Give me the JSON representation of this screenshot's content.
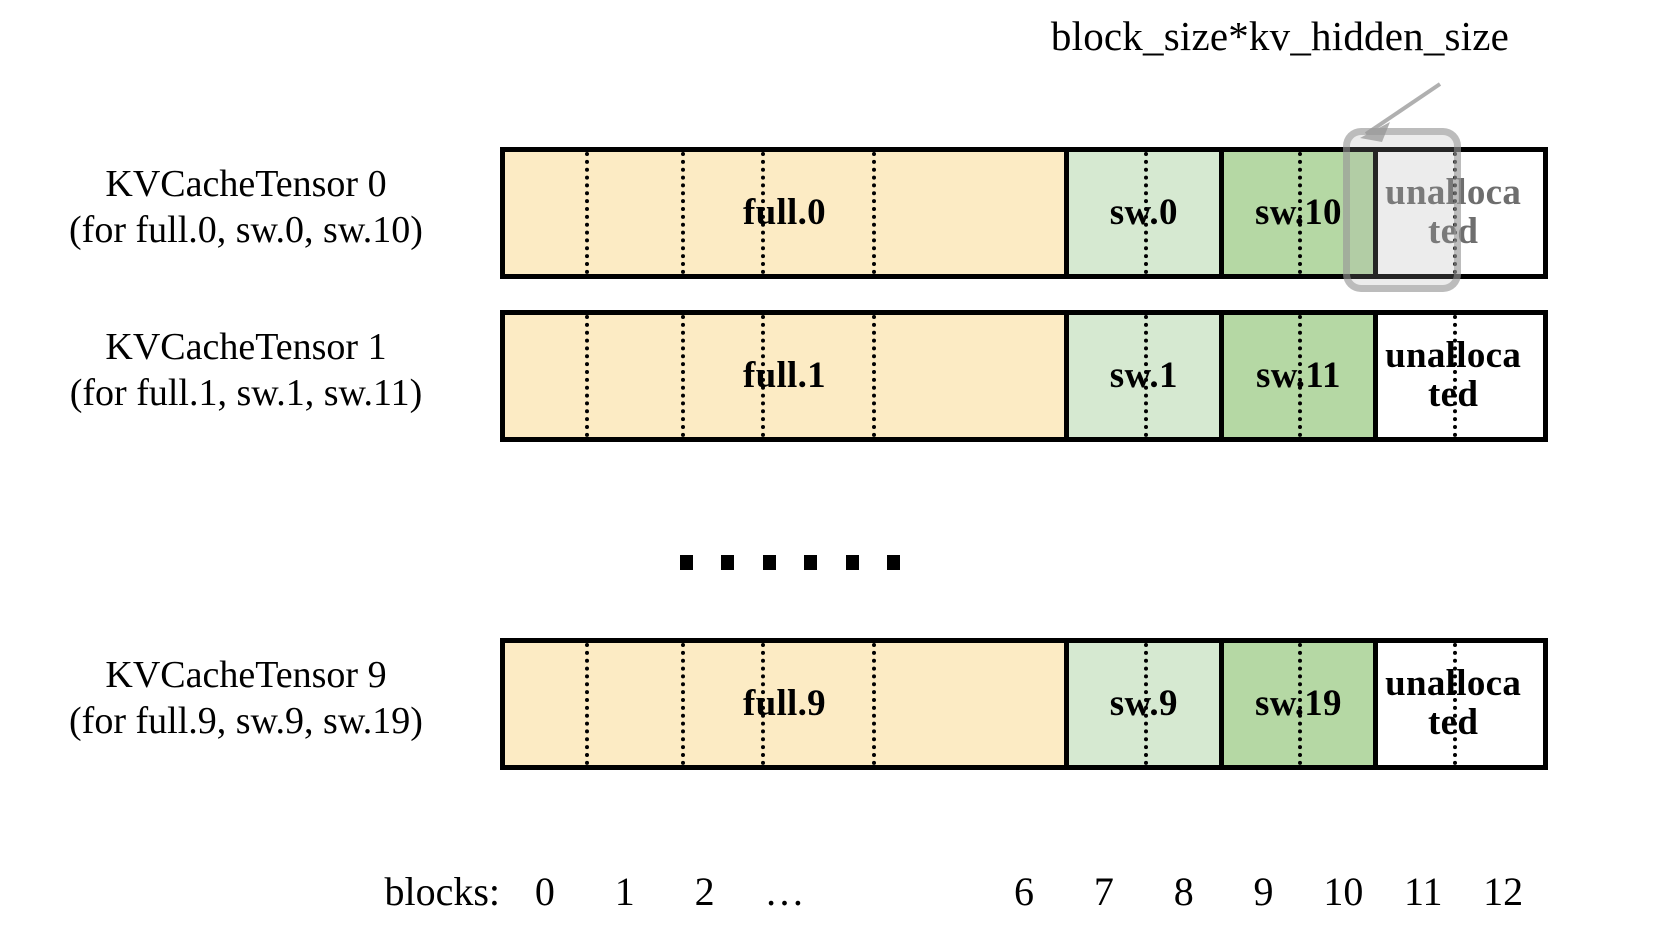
{
  "annotation": {
    "label": "block_size*kv_hidden_size",
    "arrow_icon": "arrow-up-right-icon"
  },
  "rows": [
    {
      "id": "kvcachetensor-0",
      "title": "KVCacheTensor 0",
      "subtitle": "(for full.0, sw.0, sw.10)",
      "segments": [
        {
          "name": "full-segment",
          "label": "full.0",
          "color": "#FCEBC4",
          "blocks": 7,
          "dividers": 4,
          "style": "seg-full"
        },
        {
          "name": "sw-light-segment",
          "label": "sw.0",
          "color": "#D6E9D1",
          "blocks": 2,
          "dividers": 1,
          "style": "seg-sw-light"
        },
        {
          "name": "sw-dark-segment",
          "label": "sw.10",
          "color": "#B5D8A4",
          "blocks": 2,
          "dividers": 1,
          "style": "seg-sw-dark"
        },
        {
          "name": "unallocated-segment",
          "label": "unalloca ted",
          "color": "#FFFFFF",
          "blocks": 2,
          "dividers": 1,
          "style": "seg-unalloc",
          "muted": true
        }
      ]
    },
    {
      "id": "kvcachetensor-1",
      "title": "KVCacheTensor 1",
      "subtitle": "(for full.1, sw.1, sw.11)",
      "segments": [
        {
          "name": "full-segment",
          "label": "full.1",
          "color": "#FCEBC4",
          "blocks": 7,
          "dividers": 4,
          "style": "seg-full"
        },
        {
          "name": "sw-light-segment",
          "label": "sw.1",
          "color": "#D6E9D1",
          "blocks": 2,
          "dividers": 1,
          "style": "seg-sw-light"
        },
        {
          "name": "sw-dark-segment",
          "label": "sw.11",
          "color": "#B5D8A4",
          "blocks": 2,
          "dividers": 1,
          "style": "seg-sw-dark"
        },
        {
          "name": "unallocated-segment",
          "label": "unalloca ted",
          "color": "#FFFFFF",
          "blocks": 2,
          "dividers": 1,
          "style": "seg-unalloc"
        }
      ]
    },
    {
      "id": "kvcachetensor-9",
      "title": "KVCacheTensor 9",
      "subtitle": "(for full.9, sw.9, sw.19)",
      "segments": [
        {
          "name": "full-segment",
          "label": "full.9",
          "color": "#FCEBC4",
          "blocks": 7,
          "dividers": 4,
          "style": "seg-full"
        },
        {
          "name": "sw-light-segment",
          "label": "sw.9",
          "color": "#D6E9D1",
          "blocks": 2,
          "dividers": 1,
          "style": "seg-sw-light"
        },
        {
          "name": "sw-dark-segment",
          "label": "sw.19",
          "color": "#B5D8A4",
          "blocks": 2,
          "dividers": 1,
          "style": "seg-sw-dark"
        },
        {
          "name": "unallocated-segment",
          "label": "unalloca ted",
          "color": "#FFFFFF",
          "blocks": 2,
          "dividers": 1,
          "style": "seg-unalloc"
        }
      ]
    }
  ],
  "ellipsis": {
    "dots": 6
  },
  "axis": {
    "title": "blocks:",
    "ticks": [
      "0",
      "1",
      "2",
      "…",
      "6",
      "7",
      "8",
      "9",
      "10",
      "11",
      "12"
    ]
  },
  "colors": {
    "full": "#FCEBC4",
    "sw_light": "#D6E9D1",
    "sw_dark": "#B5D8A4",
    "unallocated": "#FFFFFF",
    "border": "#000000",
    "highlight": "#AAAAAA",
    "muted_text": "#6E6E6E"
  }
}
